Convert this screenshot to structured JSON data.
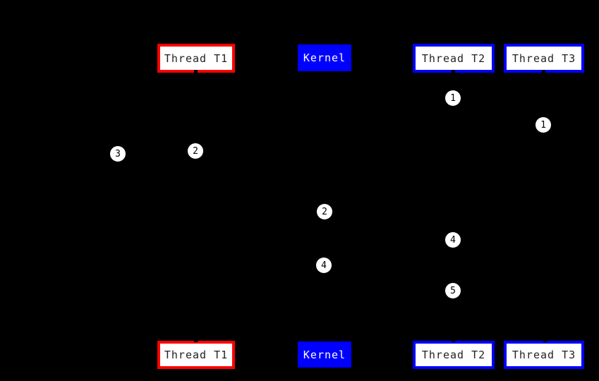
{
  "colors": {
    "background": "#000000",
    "red": "#ff0000",
    "blue": "#0000ff",
    "box_fill": "#ffffff",
    "box_text": "#222222",
    "kernel_text": "#ffffff",
    "marker_fill": "#ffffff",
    "marker_text": "#000000"
  },
  "boxes": {
    "top": [
      {
        "label": "Thread T1",
        "style": "red-outline"
      },
      {
        "label": "Kernel",
        "style": "blue-filled"
      },
      {
        "label": "Thread T2",
        "style": "blue-outline"
      },
      {
        "label": "Thread T3",
        "style": "blue-outline"
      }
    ],
    "bottom": [
      {
        "label": "Thread T1",
        "style": "red-outline"
      },
      {
        "label": "Kernel",
        "style": "blue-filled"
      },
      {
        "label": "Thread T2",
        "style": "blue-outline"
      },
      {
        "label": "Thread T3",
        "style": "blue-outline"
      }
    ]
  },
  "markers": [
    {
      "label": "1"
    },
    {
      "label": "1"
    },
    {
      "label": "3"
    },
    {
      "label": "2"
    },
    {
      "label": "2"
    },
    {
      "label": "4"
    },
    {
      "label": "4"
    },
    {
      "label": "5"
    }
  ]
}
